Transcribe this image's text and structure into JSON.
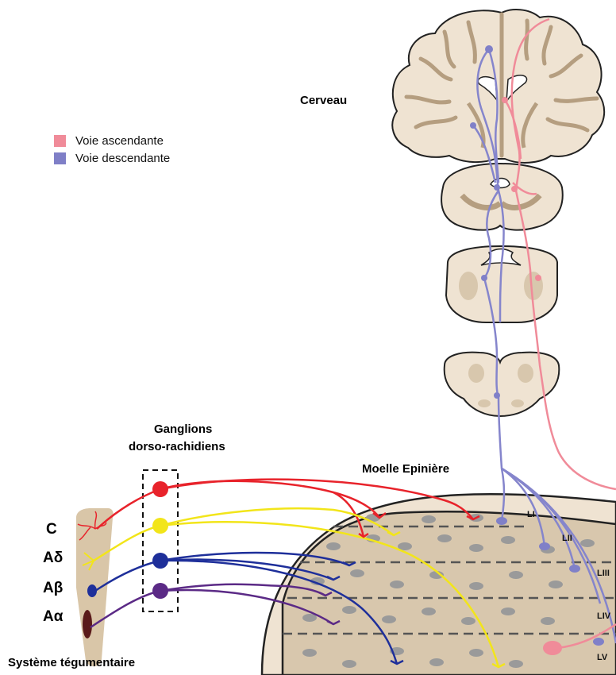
{
  "labels": {
    "brain": "Cerveau",
    "ganglia_line1": "Ganglions",
    "ganglia_line2": "dorso-rachidiens",
    "spinal_cord": "Moelle Epinière",
    "integument": "Système tégumentaire"
  },
  "legend": [
    {
      "label": "Voie ascendante",
      "color": "#f08b99"
    },
    {
      "label": "Voie descendante",
      "color": "#7f7fc7"
    }
  ],
  "fibers": [
    {
      "label": "C",
      "color": "#e8232b"
    },
    {
      "label": "Aδ",
      "color": "#f2e51a"
    },
    {
      "label": "Aβ",
      "color": "#1e2f9a"
    },
    {
      "label": "Aα",
      "color": "#5b2a86"
    }
  ],
  "laminae": [
    "LI",
    "LII",
    "LIII",
    "LIV",
    "LV"
  ],
  "colors": {
    "tissue": "#efe3d2",
    "grey_matter": "#d8c7ad",
    "outline": "#222222",
    "lamina_dots": "#9a9a9a"
  }
}
